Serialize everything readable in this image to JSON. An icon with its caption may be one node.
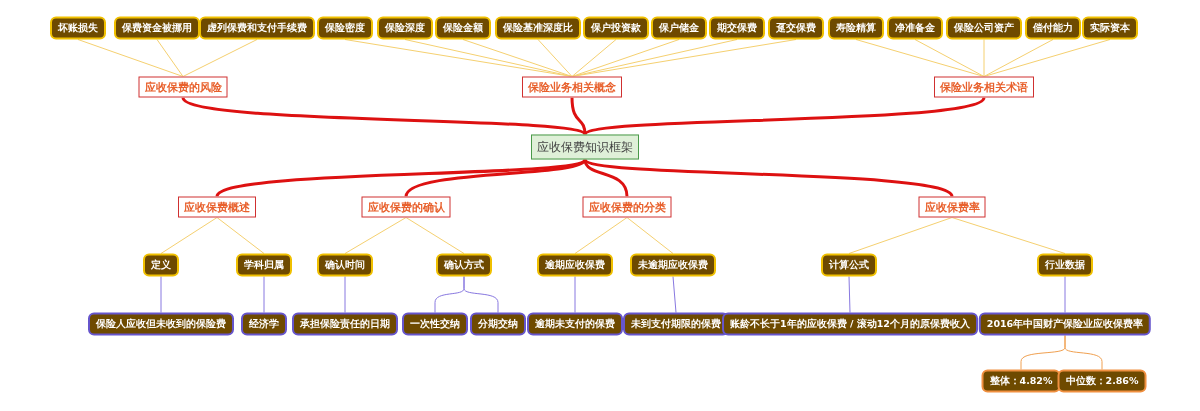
{
  "diagram": {
    "nodes": [
      {
        "text": [
          "应收保费知识框架"
        ]
      },
      {
        "text": [
          "应收保费的风险"
        ]
      },
      {
        "text": [
          "保险业务相关概念"
        ]
      },
      {
        "text": [
          "保险业务相关术语"
        ]
      },
      {
        "text": [
          "坏账损失"
        ]
      },
      {
        "text": [
          "保费资金被挪用"
        ]
      },
      {
        "text": [
          "虚列保费和支付手续费"
        ]
      },
      {
        "text": [
          "保险密度"
        ]
      },
      {
        "text": [
          "保险深度"
        ]
      },
      {
        "text": [
          "保险金额"
        ]
      },
      {
        "text": [
          "保险基准深度比"
        ]
      },
      {
        "text": [
          "保户投资款"
        ]
      },
      {
        "text": [
          "保户储金"
        ]
      },
      {
        "text": [
          "期交保费"
        ]
      },
      {
        "text": [
          "趸交保费"
        ]
      },
      {
        "text": [
          "寿险精算"
        ]
      },
      {
        "text": [
          "净准备金"
        ]
      },
      {
        "text": [
          "保险公司资产"
        ]
      },
      {
        "text": [
          "偿付能力"
        ]
      },
      {
        "text": [
          "实际资本"
        ]
      },
      {
        "text": [
          "应收保费概述"
        ]
      },
      {
        "text": [
          "应收保费的确认"
        ]
      },
      {
        "text": [
          "应收保费的分类"
        ]
      },
      {
        "text": [
          "应收保费率"
        ]
      },
      {
        "text": [
          "定义"
        ]
      },
      {
        "text": [
          "学科归属"
        ]
      },
      {
        "text": [
          "确认时间"
        ]
      },
      {
        "text": [
          "确认方式"
        ]
      },
      {
        "text": [
          "逾期应收保费"
        ]
      },
      {
        "text": [
          "未逾期应收保费"
        ]
      },
      {
        "text": [
          "计算公式"
        ]
      },
      {
        "text": [
          "行业数据"
        ]
      },
      {
        "text": [
          "保险人应收但未收到的保险费"
        ]
      },
      {
        "text": [
          "经济学"
        ]
      },
      {
        "text": [
          "承担保险责任的日期"
        ]
      },
      {
        "text": [
          "一次性交纳"
        ]
      },
      {
        "text": [
          "分期交纳"
        ]
      },
      {
        "text": [
          "逾期未支付的保费"
        ]
      },
      {
        "text": [
          "未到支付期限的保费"
        ]
      },
      {
        "text": [
          "账龄不长于1年的应收保费 / 滚动12个月的原保费收入"
        ]
      },
      {
        "text": [
          "2016年中国财产保险业应收保费率"
        ]
      },
      {
        "text": [
          "整体：4.82%"
        ]
      },
      {
        "text": [
          "中位数：2.86%"
        ]
      }
    ],
    "edges": [
      {
        "from": 0,
        "to": 1,
        "arrow": "none",
        "style": "thick",
        "color": "#dd1111"
      },
      {
        "from": 0,
        "to": 2,
        "arrow": "none",
        "style": "thick",
        "color": "#dd1111"
      },
      {
        "from": 0,
        "to": 3,
        "arrow": "none",
        "style": "thick",
        "color": "#dd1111"
      },
      {
        "from": 0,
        "to": 20,
        "arrow": "none",
        "style": "thick",
        "color": "#dd1111"
      },
      {
        "from": 0,
        "to": 21,
        "arrow": "none",
        "style": "thick",
        "color": "#dd1111"
      },
      {
        "from": 0,
        "to": 22,
        "arrow": "none",
        "style": "thick",
        "color": "#dd1111"
      },
      {
        "from": 0,
        "to": 23,
        "arrow": "none",
        "style": "thick",
        "color": "#dd1111"
      },
      {
        "from": 1,
        "to": 4,
        "arrow": "none"
      },
      {
        "from": 1,
        "to": 5,
        "arrow": "none"
      },
      {
        "from": 1,
        "to": 6,
        "arrow": "none"
      },
      {
        "from": 2,
        "to": 7,
        "arrow": "none"
      },
      {
        "from": 2,
        "to": 8,
        "arrow": "none"
      },
      {
        "from": 2,
        "to": 9,
        "arrow": "none"
      },
      {
        "from": 2,
        "to": 10,
        "arrow": "none"
      },
      {
        "from": 2,
        "to": 11,
        "arrow": "none"
      },
      {
        "from": 2,
        "to": 12,
        "arrow": "none"
      },
      {
        "from": 2,
        "to": 13,
        "arrow": "none"
      },
      {
        "from": 2,
        "to": 14,
        "arrow": "none"
      },
      {
        "from": 3,
        "to": 15,
        "arrow": "none"
      },
      {
        "from": 3,
        "to": 16,
        "arrow": "none"
      },
      {
        "from": 3,
        "to": 17,
        "arrow": "none"
      },
      {
        "from": 3,
        "to": 18,
        "arrow": "none"
      },
      {
        "from": 3,
        "to": 19,
        "arrow": "none"
      },
      {
        "from": 20,
        "to": 24,
        "arrow": "none"
      },
      {
        "from": 20,
        "to": 25,
        "arrow": "none"
      },
      {
        "from": 21,
        "to": 26,
        "arrow": "none"
      },
      {
        "from": 21,
        "to": 27,
        "arrow": "none"
      },
      {
        "from": 22,
        "to": 28,
        "arrow": "none"
      },
      {
        "from": 22,
        "to": 29,
        "arrow": "none"
      },
      {
        "from": 23,
        "to": 30,
        "arrow": "none"
      },
      {
        "from": 23,
        "to": 31,
        "arrow": "none"
      },
      {
        "from": 24,
        "to": 32,
        "arrow": "none",
        "color": "#8878e0"
      },
      {
        "from": 25,
        "to": 33,
        "arrow": "none",
        "color": "#8878e0"
      },
      {
        "from": 26,
        "to": 34,
        "arrow": "none",
        "color": "#8878e0"
      },
      {
        "from": 27,
        "to": 35,
        "arrow": "none",
        "color": "#8878e0"
      },
      {
        "from": 27,
        "to": 36,
        "arrow": "none",
        "color": "#8878e0"
      },
      {
        "from": 28,
        "to": 37,
        "arrow": "none",
        "color": "#8878e0"
      },
      {
        "from": 29,
        "to": 38,
        "arrow": "none",
        "color": "#8878e0"
      },
      {
        "from": 30,
        "to": 39,
        "arrow": "none",
        "color": "#8878e0"
      },
      {
        "from": 31,
        "to": 40,
        "arrow": "none",
        "color": "#8878e0"
      },
      {
        "from": 40,
        "to": 41,
        "arrow": "none",
        "color": "#f0a050"
      },
      {
        "from": 40,
        "to": 42,
        "arrow": "none",
        "color": "#f0a050"
      }
    ]
  }
}
